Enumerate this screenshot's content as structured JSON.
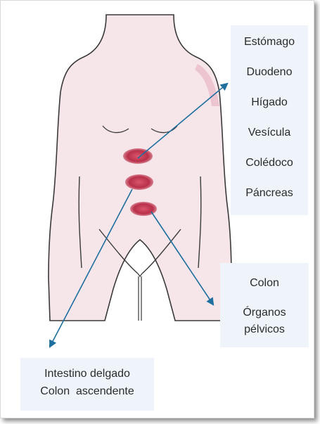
{
  "labels": {
    "upper_group": [
      "Estómago",
      "Duodeno",
      "Hígado",
      "Vesícula",
      "Colédoco",
      "Páncreas"
    ],
    "lower_group": [
      "Colon",
      "Órganos",
      "pélvicos"
    ],
    "bottom_group": [
      "Intestino delgado",
      "Colon  ascendente"
    ]
  },
  "colors": {
    "body_fill": "#f6e6ea",
    "body_outline": "#3a3a3a",
    "pain_spot": "#c0394f",
    "arrow": "#1f6f9f",
    "label_box_bg": "#eef4f9"
  }
}
